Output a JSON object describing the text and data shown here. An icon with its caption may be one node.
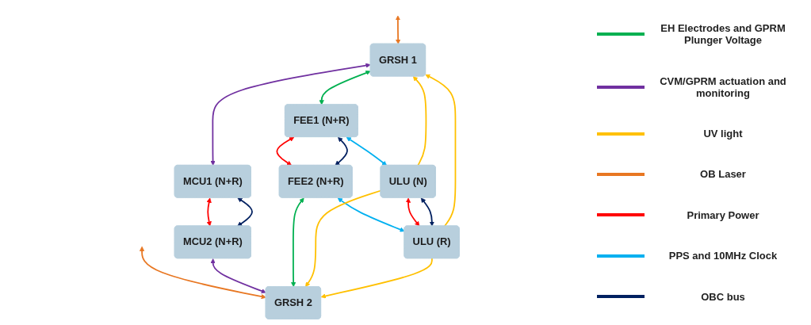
{
  "diagram": {
    "nodes": [
      {
        "text": [
          "GRSH 1"
        ]
      },
      {
        "text": [
          "MCU1 (N+R)"
        ]
      },
      {
        "text": [
          "MCU2 (N+R)"
        ]
      },
      {
        "text": [
          "GRSH 2"
        ]
      },
      {
        "text": [
          "FEE1 (N+R)"
        ]
      },
      {
        "text": [
          "FEE2 (N+R)"
        ]
      },
      {
        "text": [
          "ULU (N)"
        ]
      },
      {
        "text": [
          "ULU (R)"
        ]
      }
    ],
    "edges": [
      {
        "from": null,
        "to": 0,
        "arrow": "both",
        "color": "#e87722"
      },
      {
        "from": null,
        "to": 3,
        "arrow": "both",
        "color": "#e87722"
      },
      {
        "from": 0,
        "to": 1,
        "arrow": "both",
        "color": "#7030a0"
      },
      {
        "from": 1,
        "to": 2,
        "arrow": "both",
        "color": "#ff0000"
      },
      {
        "from": 1,
        "to": 2,
        "arrow": "both",
        "color": "#002060"
      },
      {
        "from": 2,
        "to": 3,
        "arrow": "both",
        "color": "#7030a0"
      },
      {
        "from": 0,
        "to": 4,
        "arrow": "both",
        "color": "#00b050"
      },
      {
        "from": 4,
        "to": 5,
        "arrow": "both",
        "color": "#ff0000"
      },
      {
        "from": 4,
        "to": 5,
        "arrow": "both",
        "color": "#002060"
      },
      {
        "from": 5,
        "to": 3,
        "arrow": "both",
        "color": "#00b050"
      },
      {
        "from": 4,
        "to": 6,
        "arrow": "both",
        "color": "#00b0f0"
      },
      {
        "from": 5,
        "to": 7,
        "arrow": "both",
        "color": "#00b0f0"
      },
      {
        "from": 6,
        "to": 0,
        "arrow": "to",
        "color": "#ffc000"
      },
      {
        "from": 6,
        "to": 3,
        "arrow": "to",
        "color": "#ffc000"
      },
      {
        "from": 7,
        "to": 0,
        "arrow": "to",
        "color": "#ffc000"
      },
      {
        "from": 7,
        "to": 3,
        "arrow": "to",
        "color": "#ffc000"
      },
      {
        "from": 6,
        "to": 7,
        "arrow": "both",
        "color": "#ff0000"
      },
      {
        "from": 6,
        "to": 7,
        "arrow": "both",
        "color": "#002060"
      }
    ],
    "legend": [
      {
        "text": "EH Electrodes and GPRM Plunger Voltage",
        "color": "#00b050"
      },
      {
        "text": "CVM/GPRM actuation and monitoring",
        "color": "#7030a0"
      },
      {
        "text": "UV light",
        "color": "#ffc000"
      },
      {
        "text": "OB Laser",
        "color": "#e87722"
      },
      {
        "text": "Primary Power",
        "color": "#ff0000"
      },
      {
        "text": "PPS and 10MHz Clock",
        "color": "#00b0f0"
      },
      {
        "text": "OBC bus",
        "color": "#002060"
      }
    ]
  }
}
